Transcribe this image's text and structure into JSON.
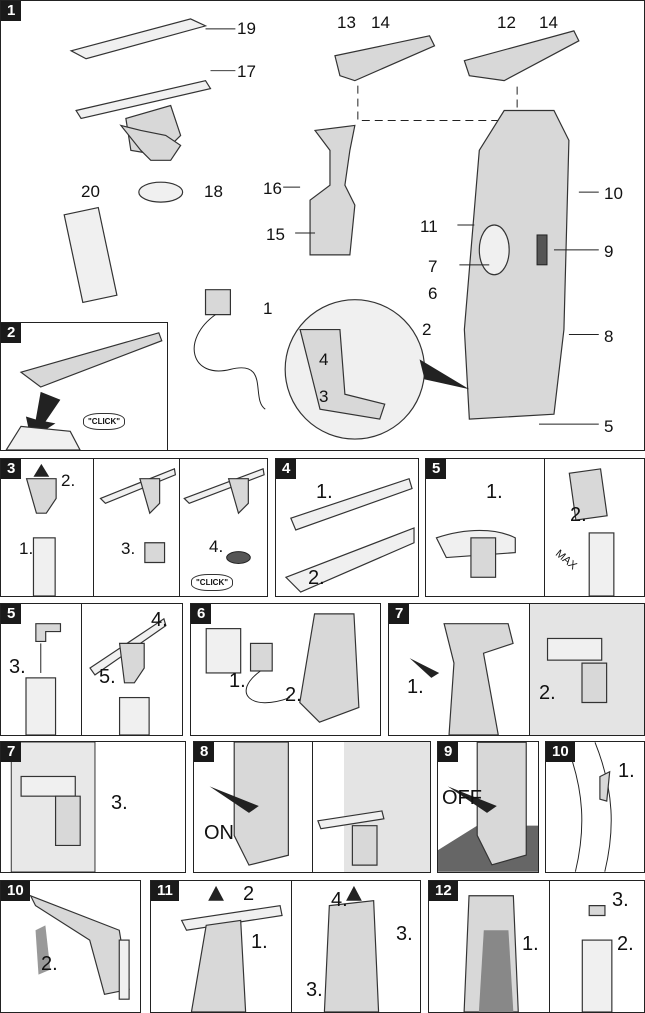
{
  "colors": {
    "border": "#222222",
    "badge": "#1a1a1a",
    "part": "#d8d8d8"
  },
  "panels": [
    {
      "badge": "1",
      "labels": [
        "19",
        "17",
        "13",
        "14",
        "12",
        "14",
        "10",
        "16",
        "20",
        "18",
        "11",
        "9",
        "7",
        "15",
        "6",
        "1",
        "2",
        "8",
        "4",
        "3",
        "5"
      ]
    },
    {
      "badge": "2",
      "labels": [
        "\"CLICK\""
      ]
    },
    {
      "badge": "3",
      "labels": [
        "2.",
        "1.",
        "3.",
        "4.",
        "\"CLICK\""
      ]
    },
    {
      "badge": "4",
      "labels": [
        "1.",
        "2."
      ]
    },
    {
      "badge": "5",
      "labels": [
        "1.",
        "2.",
        "MAX"
      ]
    },
    {
      "badge": "5",
      "labels": [
        "3.",
        "4.",
        "5."
      ]
    },
    {
      "badge": "6",
      "labels": [
        "1.",
        "2."
      ]
    },
    {
      "badge": "7",
      "labels": [
        "1.",
        "2."
      ]
    },
    {
      "badge": "7",
      "labels": [
        "3."
      ]
    },
    {
      "badge": "8",
      "labels": [
        "ON"
      ]
    },
    {
      "badge": "9",
      "labels": [
        "OFF"
      ]
    },
    {
      "badge": "10",
      "labels": [
        "1."
      ]
    },
    {
      "badge": "10",
      "labels": [
        "2."
      ]
    },
    {
      "badge": "11",
      "labels": [
        "2",
        "1.",
        "4.",
        "3.",
        "3."
      ]
    },
    {
      "badge": "12",
      "labels": [
        "1.",
        "3.",
        "2."
      ]
    }
  ]
}
